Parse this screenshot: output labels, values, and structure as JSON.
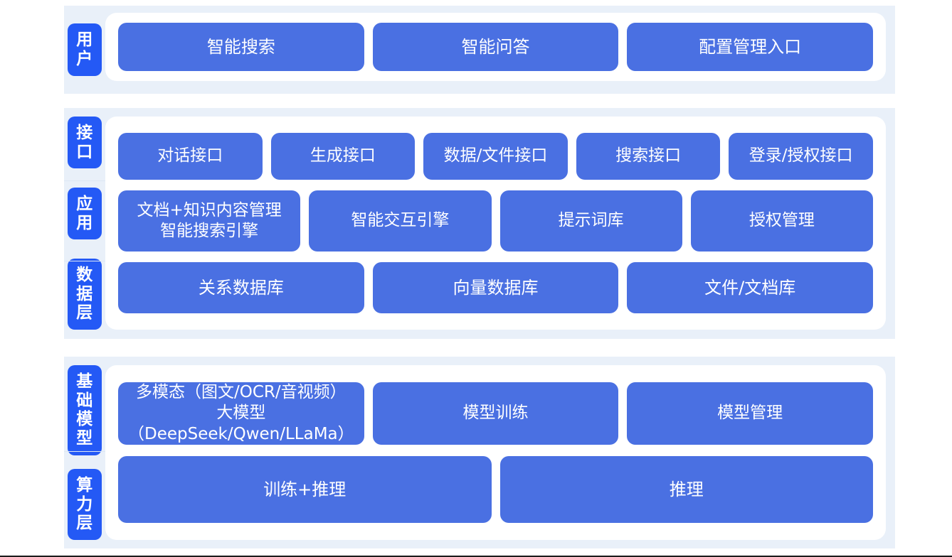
{
  "colors": {
    "box_blue": "#4a70e2",
    "label_blue": "#2459f5",
    "band_bg": "#e9f0f9",
    "panel_bg": "#ffffff",
    "page_bg": "#ffffff",
    "box_text": "#ffffff"
  },
  "sections": [
    {
      "id": "user",
      "labels": [
        "用户"
      ],
      "rows": [
        {
          "id": "user-entries",
          "boxes": [
            {
              "label": "智能搜索"
            },
            {
              "label": "智能问答"
            },
            {
              "label": "配置管理入口"
            }
          ]
        }
      ]
    },
    {
      "id": "platform",
      "labels": [
        "接口",
        "应用",
        "数据层"
      ],
      "rows": [
        {
          "id": "interface",
          "boxes": [
            {
              "label": "对话接口"
            },
            {
              "label": "生成接口"
            },
            {
              "label": "数据/文件接口"
            },
            {
              "label": "搜索接口"
            },
            {
              "label": "登录/授权接口"
            }
          ]
        },
        {
          "id": "application",
          "boxes": [
            {
              "label": "文档+知识内容管理\n智能搜索引擎"
            },
            {
              "label": "智能交互引擎"
            },
            {
              "label": "提示词库"
            },
            {
              "label": "授权管理"
            }
          ]
        },
        {
          "id": "data",
          "boxes": [
            {
              "label": "关系数据库"
            },
            {
              "label": "向量数据库"
            },
            {
              "label": "文件/文档库"
            }
          ]
        }
      ]
    },
    {
      "id": "foundation",
      "labels": [
        "基础模型",
        "算力层"
      ],
      "rows": [
        {
          "id": "model",
          "boxes": [
            {
              "label": "多模态（图文/OCR/音视频）\n大模型（DeepSeek/Qwen/LLaMa）"
            },
            {
              "label": "模型训练"
            },
            {
              "label": "模型管理"
            }
          ]
        },
        {
          "id": "compute",
          "boxes": [
            {
              "label": "训练+推理"
            },
            {
              "label": "推理"
            }
          ]
        }
      ]
    }
  ]
}
